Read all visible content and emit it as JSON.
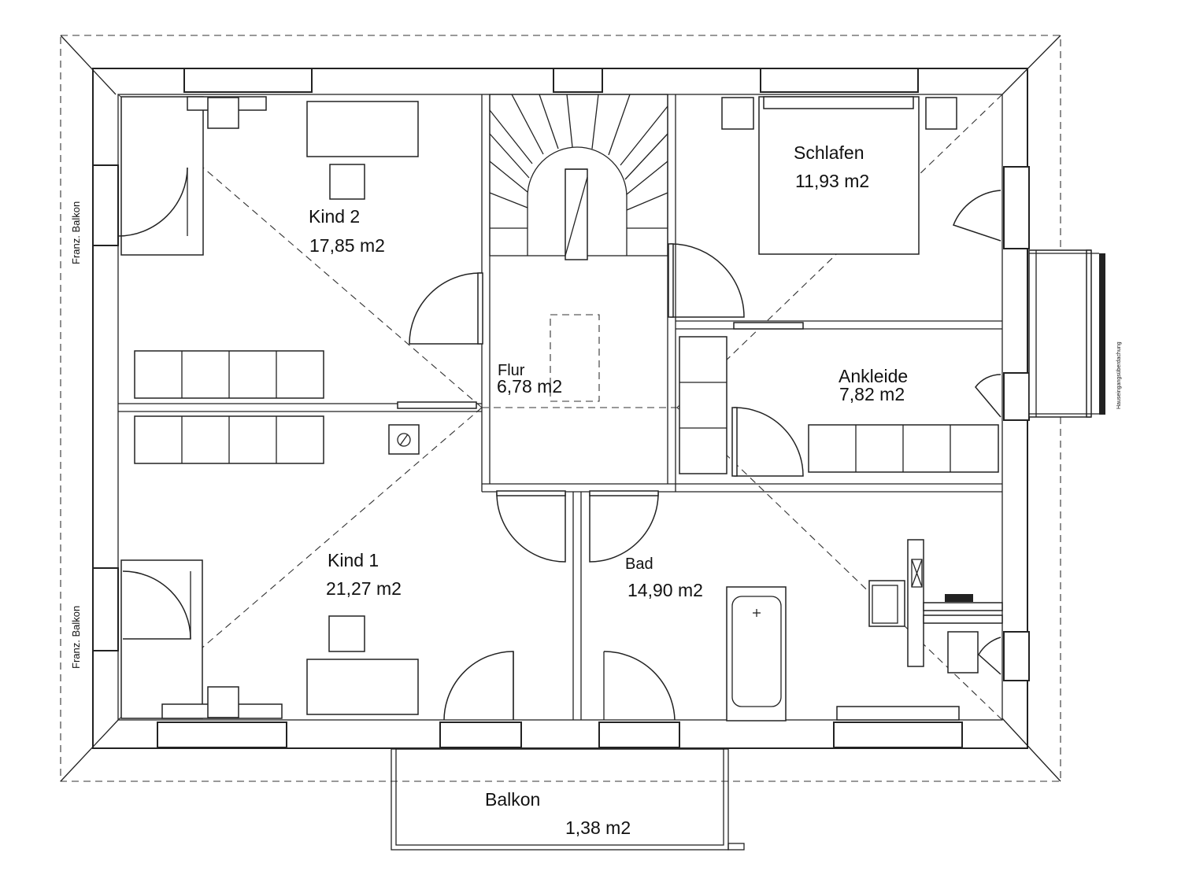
{
  "rooms": {
    "kind2": {
      "name": "Kind 2",
      "area": "17,85 m2"
    },
    "kind1": {
      "name": "Kind 1",
      "area": "21,27 m2"
    },
    "schlafen": {
      "name": "Schlafen",
      "area": "11,93 m2"
    },
    "ankleide": {
      "name": "Ankleide",
      "area": "7,82 m2"
    },
    "flur": {
      "name": "Flur",
      "area": "6,78 m2"
    },
    "bad": {
      "name": "Bad",
      "area": "14,90 m2"
    },
    "balkon": {
      "name": "Balkon",
      "area": "1,38 m2"
    }
  },
  "side_labels": {
    "balkon_top": "Franz. Balkon",
    "balkon_bottom": "Franz. Balkon",
    "canopy": "Hauseingangsüberdachung"
  }
}
